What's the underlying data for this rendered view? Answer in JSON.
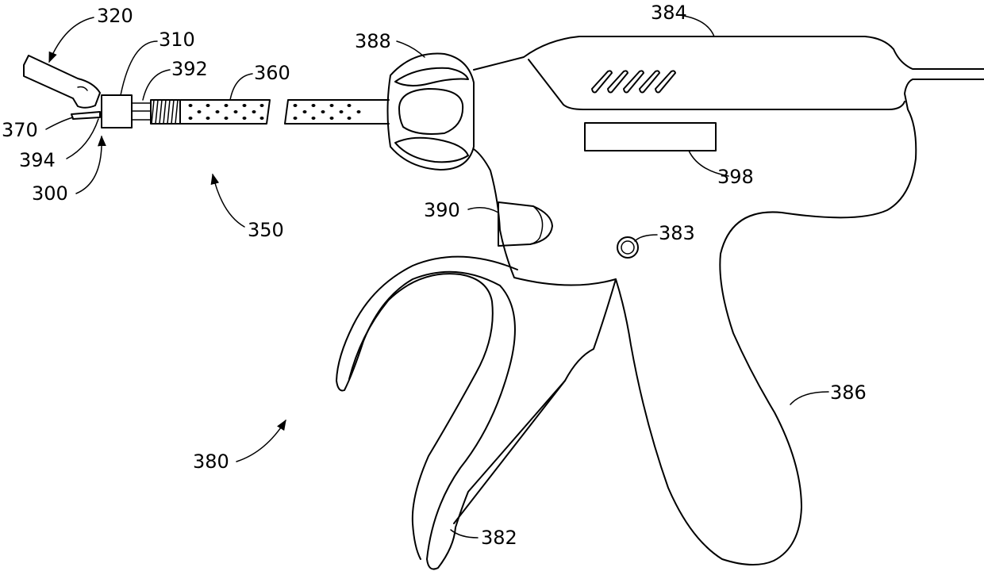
{
  "figure": {
    "labels": {
      "l320": "320",
      "l310": "310",
      "l392": "392",
      "l360": "360",
      "l370": "370",
      "l394": "394",
      "l300": "300",
      "l350": "350",
      "l388": "388",
      "l384": "384",
      "l398": "398",
      "l390": "390",
      "l383": "383",
      "l386": "386",
      "l380": "380",
      "l382": "382"
    }
  }
}
